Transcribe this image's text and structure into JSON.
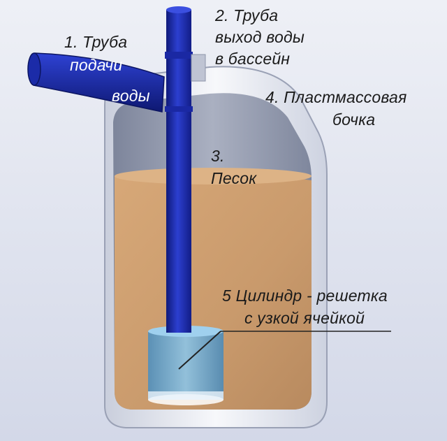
{
  "labels": {
    "pipe_in": {
      "line1": "1. Труба",
      "line2": "подачи",
      "line3": "воды"
    },
    "pipe_out": {
      "line1": "2. Труба",
      "line2": "выход воды",
      "line3": "в бассейн"
    },
    "sand": {
      "line1": "3.",
      "line2": "Песок"
    },
    "barrel": {
      "line1": "4. Пластмассовая",
      "line2": "бочка"
    },
    "cylinder": {
      "line1": "5 Цилиндр -  решетка",
      "line2": "с узкой   ячейкой"
    }
  },
  "colors": {
    "background": "#dfe3ef",
    "barrel_shell": "#eef0f6",
    "barrel_interior": "#8f96ab",
    "sand": "#cf9f72",
    "pipe": "#1f2fb2",
    "pipe_dark": "#101a78",
    "cylinder": "#5f9ec9"
  }
}
